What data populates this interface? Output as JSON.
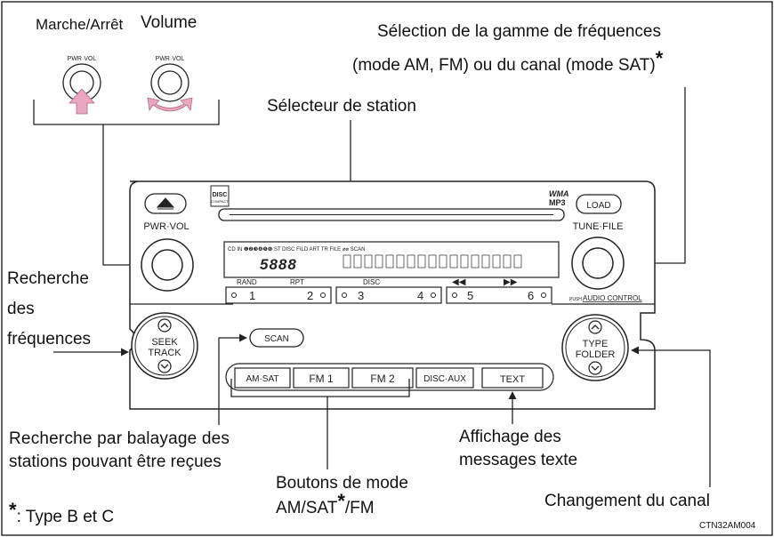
{
  "labels": {
    "power": "Marche/Arrêt",
    "volume": "Volume",
    "range_line1": "Sélection de la gamme de fréquences",
    "range_line2": "(mode AM, FM) ou du canal (mode SAT)",
    "asterisk": "*",
    "station_selector": "Sélecteur de station",
    "seek_line1": "Recherche",
    "seek_line2": "des",
    "seek_line3": "fréquences",
    "scan_line1": "Recherche par balayage des",
    "scan_line2": "stations pouvant être reçues",
    "mode_line1": "Boutons de mode",
    "mode_line2a": "AM/SAT",
    "mode_line2b": "/FM",
    "text_line1": "Affichage des",
    "text_line2": "messages texte",
    "channel": "Changement du canal",
    "footnote": ": Type B et C",
    "code": "CTN32AM004"
  },
  "panel": {
    "pwr_vol_small": "PWR·VOL",
    "pwr_vol": "PWR·VOL",
    "load": "LOAD",
    "tune_file": "TUNE·FILE",
    "wma": "WMA",
    "mp3": "MP3",
    "disc_logo": "DISC",
    "disc_sub": "COMPACT",
    "disc_text": "TEXT",
    "audio_control": "AUDIO CONTROL",
    "push": "PUSH",
    "seek": "SEEK",
    "track": "TRACK",
    "type": "TYPE",
    "folder": "FOLDER",
    "scan": "SCAN",
    "display_top": "CD IN   ❶❷❸❹❺❻   ST  DISC    FILD  ART  TR  FILE         ⌀⌀ SCAN",
    "display_digits": "5888",
    "presets": [
      "1",
      "2",
      "3",
      "4",
      "5",
      "6"
    ],
    "preset_labels": [
      "RAND",
      "RPT",
      "DISC"
    ],
    "modes": [
      "AM·SAT",
      "FM 1",
      "FM 2",
      "DISC·AUX",
      "TEXT"
    ]
  },
  "colors": {
    "line": "#222222",
    "arrow_pink": "#e8a7bf",
    "leader": "#333333"
  }
}
